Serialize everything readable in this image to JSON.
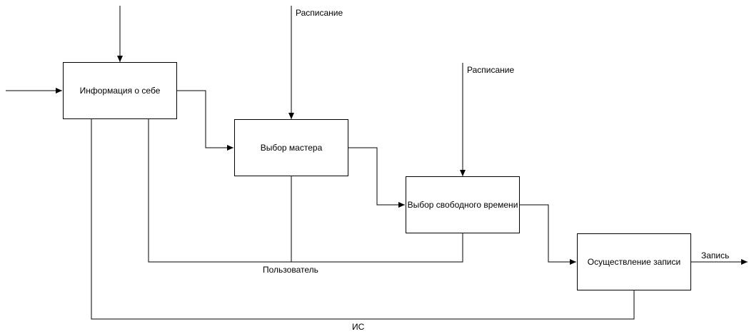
{
  "boxes": {
    "info": "Информация о себе",
    "master": "Выбор мастера",
    "time": "Выбор свободного времени",
    "booking": "Осуществление записи"
  },
  "labels": {
    "schedule_1": "Расписание",
    "schedule_2": "Расписание",
    "output": "Запись",
    "user": "Пользователь",
    "is": "ИС"
  }
}
